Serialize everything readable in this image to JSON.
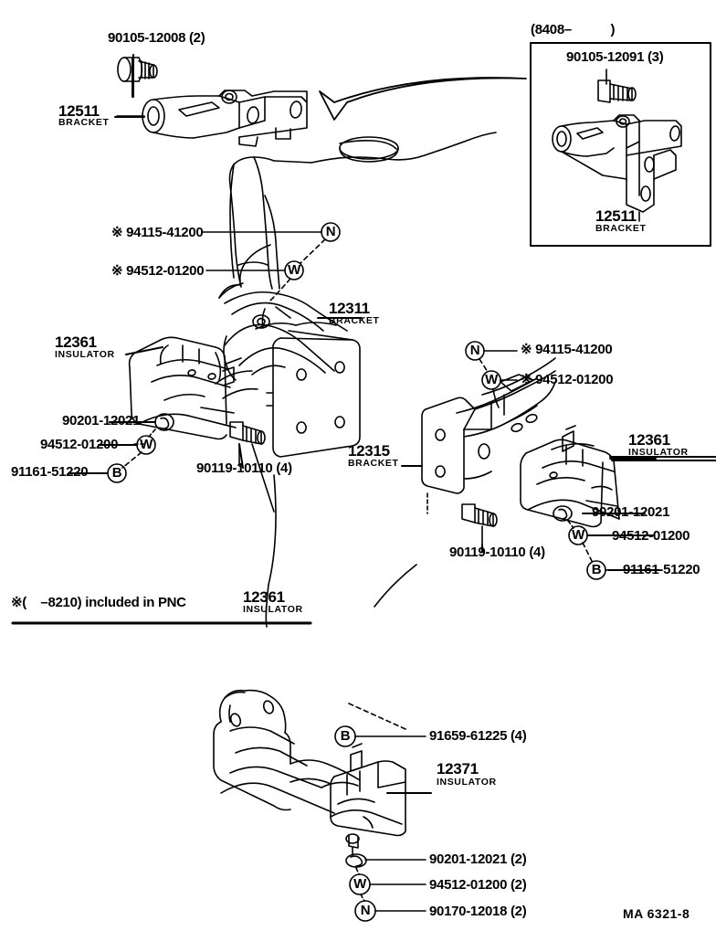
{
  "diagram": {
    "code": "MA 6321-8",
    "footnote": "※(    –8210) included in PNC",
    "footnote_pn": "12361",
    "footnote_sub": "INSULATOR",
    "star_symbol": "※"
  },
  "inset": {
    "header": "(8408–           )",
    "bolt_label": "90105-12091 (3)",
    "part_pn": "12511",
    "part_sub": "BRACKET"
  },
  "top_left": {
    "bolt_label": "90105-12008 (2)",
    "bracket_pn": "12511",
    "bracket_sub": "BRACKET"
  },
  "center": {
    "nut_label": "※ 94115-41200",
    "washer_label": "※ 94512-01200",
    "bracket_pn": "12311",
    "bracket_sub": "BRACKET",
    "insulator_pn": "12361",
    "insulator_sub": "INSULATOR",
    "nut2_label": "90201-12021",
    "washer2_label": "94512-01200",
    "bolt_label": "91161-51220",
    "stud_label": "90119-10110 (4)",
    "badge_n": "N",
    "badge_w": "W",
    "badge_b": "B"
  },
  "right": {
    "nut_label": "※ 94115-41200",
    "washer_label": "※ 94512-01200",
    "bracket_pn": "12315",
    "bracket_sub": "BRACKET",
    "insulator_pn": "12361",
    "insulator_sub": "INSULATOR",
    "nut2_label": "90201-12021",
    "washer2_label": "94512-01200",
    "bolt_label": "91161-51220",
    "stud_label": "90119-10110 (4)",
    "badge_n": "N",
    "badge_w": "W",
    "badge_b": "B"
  },
  "bottom": {
    "bolt_label": "91659-61225 (4)",
    "insulator_pn": "12371",
    "insulator_sub": "INSULATOR",
    "nut_label": "90201-12021 (2)",
    "washer_label": "94512-01200 (2)",
    "nut2_label": "90170-12018 (2)",
    "badge_b": "B",
    "badge_w": "W",
    "badge_n": "N"
  }
}
